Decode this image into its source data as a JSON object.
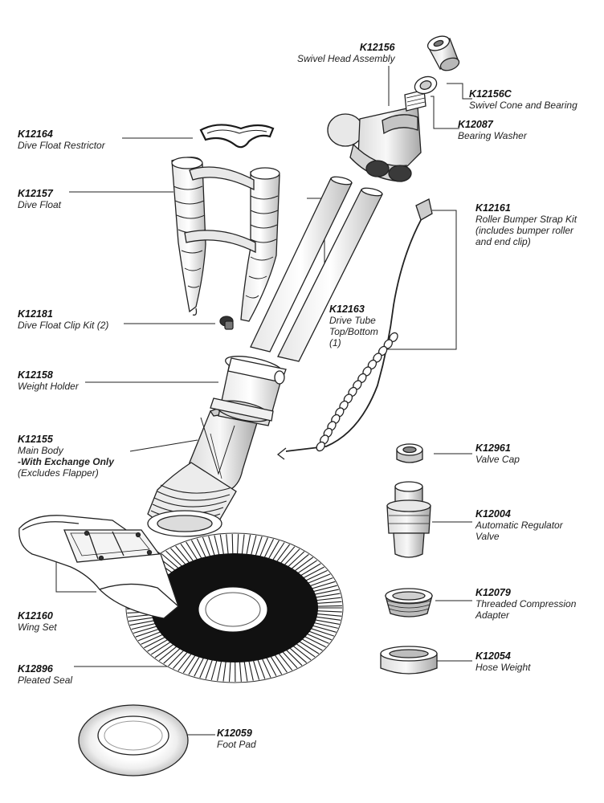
{
  "parts": [
    {
      "id": "swivel-head",
      "code": "K12156",
      "lines": [
        "Swivel Head Assembly"
      ]
    },
    {
      "id": "swivel-cone",
      "code": "K12156C",
      "lines": [
        "Swivel Cone and Bearing"
      ]
    },
    {
      "id": "bearing-washer",
      "code": "K12087",
      "lines": [
        "Bearing Washer"
      ]
    },
    {
      "id": "dive-float-restrictor",
      "code": "K12164",
      "lines": [
        "Dive Float Restrictor"
      ]
    },
    {
      "id": "dive-float",
      "code": "K12157",
      "lines": [
        "Dive Float"
      ]
    },
    {
      "id": "roller-bumper",
      "code": "K12161",
      "lines": [
        "Roller Bumper Strap Kit",
        "(includes bumper roller",
        "and end clip)"
      ]
    },
    {
      "id": "dive-float-clip",
      "code": "K12181",
      "lines": [
        "Dive Float Clip Kit (2)"
      ]
    },
    {
      "id": "drive-tube",
      "code": "K12163",
      "lines": [
        "Drive Tube",
        "Top/Bottom",
        "(1)"
      ]
    },
    {
      "id": "weight-holder",
      "code": "K12158",
      "lines": [
        "Weight Holder"
      ]
    },
    {
      "id": "main-body",
      "code": "K12155",
      "lines": [
        "Main Body",
        "-With Exchange Only",
        "(Excludes Flapper)"
      ],
      "bold_line": 1
    },
    {
      "id": "valve-cap",
      "code": "K12961",
      "lines": [
        "Valve Cap"
      ]
    },
    {
      "id": "regulator-valve",
      "code": "K12004",
      "lines": [
        "Automatic Regulator",
        "Valve"
      ]
    },
    {
      "id": "compression-adapter",
      "code": "K12079",
      "lines": [
        "Threaded Compression",
        "Adapter"
      ]
    },
    {
      "id": "wing-set",
      "code": "K12160",
      "lines": [
        "Wing Set"
      ]
    },
    {
      "id": "hose-weight",
      "code": "K12054",
      "lines": [
        "Hose Weight"
      ]
    },
    {
      "id": "pleated-seal",
      "code": "K12896",
      "lines": [
        "Pleated Seal"
      ]
    },
    {
      "id": "foot-pad",
      "code": "K12059",
      "lines": [
        "Foot Pad"
      ]
    }
  ]
}
